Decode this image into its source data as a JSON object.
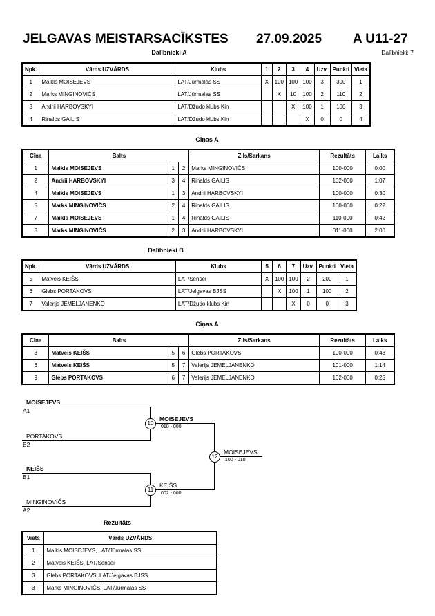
{
  "header": {
    "title": "JELGAVAS MEISTARSACĪKSTES",
    "date": "27.09.2025",
    "category": "A U11-27",
    "participants_label": "Dalībnieki: 7"
  },
  "poolA": {
    "title": "Dalībnieki A",
    "headers": [
      "Npk.",
      "Vārds UZVĀRDS",
      "Klubs",
      "1",
      "2",
      "3",
      "4",
      "Uzv.",
      "Punkti",
      "Vieta"
    ],
    "rows": [
      [
        "1",
        "Maikls MOISEJEVS",
        "LAT/Jūrmalas SS",
        "X",
        "100",
        "100",
        "100",
        "3",
        "300",
        "1"
      ],
      [
        "2",
        "Marks MINGINOVIČS",
        "LAT/Jūrmalas SS",
        "",
        "X",
        "10",
        "100",
        "2",
        "110",
        "2"
      ],
      [
        "3",
        "Andrii HARBOVSKYI",
        "LAT/Džudo klubs Kin",
        "",
        "",
        "X",
        "100",
        "1",
        "100",
        "3"
      ],
      [
        "4",
        "Rinalds GAILIS",
        "LAT/Džudo klubs Kin",
        "",
        "",
        "",
        "X",
        "0",
        "0",
        "4"
      ]
    ]
  },
  "fightsA": {
    "title": "Cīņas A",
    "headers": [
      "Cīņa",
      "Balts",
      "Zils/Sarkans",
      "Rezultāts",
      "Laiks"
    ],
    "rows": [
      [
        "1",
        "Maikls MOISEJEVS",
        "1",
        "2",
        "Marks MINGINOVIČS",
        "100-000",
        "0:00"
      ],
      [
        "2",
        "Andrii HARBOVSKYI",
        "3",
        "4",
        "Rinalds GAILIS",
        "102-000",
        "1:07"
      ],
      [
        "4",
        "Maikls MOISEJEVS",
        "1",
        "3",
        "Andrii HARBOVSKYI",
        "100-000",
        "0:30"
      ],
      [
        "5",
        "Marks MINGINOVIČS",
        "2",
        "4",
        "Rinalds GAILIS",
        "100-000",
        "0:22"
      ],
      [
        "7",
        "Maikls MOISEJEVS",
        "1",
        "4",
        "Rinalds GAILIS",
        "110-000",
        "0:42"
      ],
      [
        "8",
        "Marks MINGINOVIČS",
        "2",
        "3",
        "Andrii HARBOVSKYI",
        "011-000",
        "2:00"
      ]
    ]
  },
  "poolB": {
    "title": "Dalībnieki B",
    "headers": [
      "Npk.",
      "Vārds UZVĀRDS",
      "Klubs",
      "5",
      "6",
      "7",
      "Uzv.",
      "Punkti",
      "Vieta"
    ],
    "rows": [
      [
        "5",
        "Matveis KEIŠS",
        "LAT/Sensei",
        "X",
        "100",
        "100",
        "2",
        "200",
        "1"
      ],
      [
        "6",
        "Glebs PORTAKOVS",
        "LAT/Jelgavas BJSS",
        "",
        "X",
        "100",
        "1",
        "100",
        "2"
      ],
      [
        "7",
        "Valerijs JEMELJANENKO",
        "LAT/Džudo klubs Kin",
        "",
        "",
        "X",
        "0",
        "0",
        "3"
      ]
    ]
  },
  "fightsB": {
    "title": "Cīņas A",
    "headers": [
      "Cīņa",
      "Balts",
      "Zils/Sarkans",
      "Rezultāts",
      "Laiks"
    ],
    "rows": [
      [
        "3",
        "Matveis KEIŠS",
        "5",
        "6",
        "Glebs PORTAKOVS",
        "100-000",
        "0:43"
      ],
      [
        "6",
        "Matveis KEIŠS",
        "5",
        "7",
        "Valerijs JEMELJANENKO",
        "101-000",
        "1:14"
      ],
      [
        "9",
        "Glebs PORTAKOVS",
        "6",
        "7",
        "Valerijs JEMELJANENKO",
        "102-000",
        "0:25"
      ]
    ]
  },
  "bracket": {
    "s1_top_name": "MOISEJEVS",
    "s1_top_seed": "A1",
    "s1_bot_name": "PORTAKOVS",
    "s1_bot_seed": "B2",
    "s2_top_name": "KEIŠS",
    "s2_top_seed": "B1",
    "s2_bot_name": "MINGINOVIČS",
    "s2_bot_seed": "A2",
    "m10": "10",
    "m10_winner": "MOISEJEVS",
    "m10_score": "010 - 000",
    "m11": "11",
    "m11_winner": "KEIŠS",
    "m11_score": "002 - 000",
    "m12": "12",
    "m12_winner": "MOISEJEVS",
    "m12_score": "100 - 010"
  },
  "results": {
    "title": "Rezultāts",
    "headers": [
      "Vieta",
      "Vārds UZVĀRDS"
    ],
    "rows": [
      [
        "1",
        "Maikls MOISEJEVS, LAT/Jūrmalas SS"
      ],
      [
        "2",
        "Matveis KEIŠS, LAT/Sensei"
      ],
      [
        "3",
        "Glebs PORTAKOVS, LAT/Jelgavas BJSS"
      ],
      [
        "3",
        "Marks MINGINOVIČS, LAT/Jūrmalas SS"
      ]
    ]
  }
}
